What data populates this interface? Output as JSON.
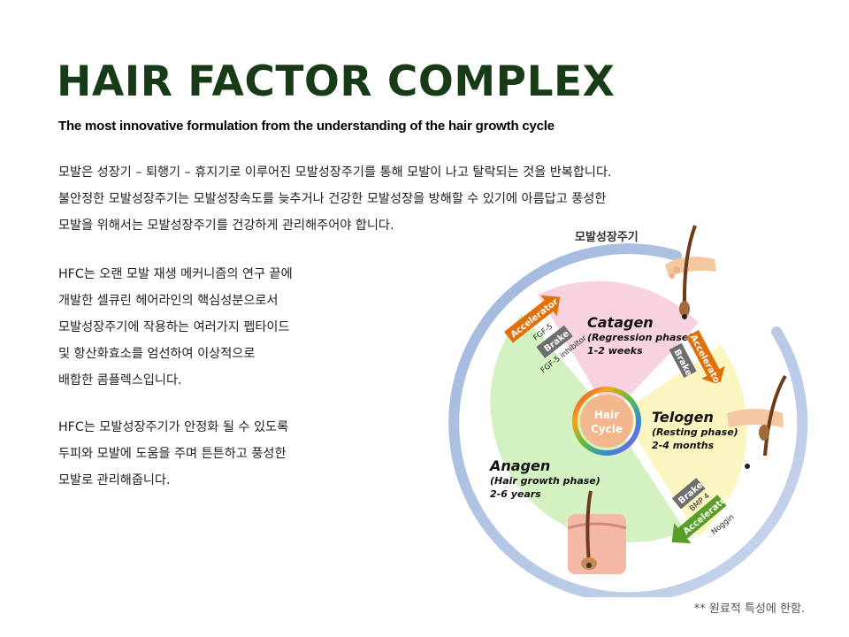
{
  "page": {
    "title": "HAIR FACTOR COMPLEX",
    "subtitle": "The most innovative formulation from the understanding of the hair growth cycle",
    "para1": [
      "모발은 성장기 –  퇴행기 – 휴지기로 이루어진 모발성장주기를 통해 모발이 나고 탈락되는 것을 반복합니다.",
      "불안정한 모발성장주기는 모발성장속도를 늦추거나 건강한 모발성장을 방해할 수 있기에 아름답고 풍성한",
      "모발을 위해서는 모발성장주기를 건강하게 관리해주어야 합니다."
    ],
    "para2": [
      "HFC는 오랜 모발 재생 메커니즘의 연구 끝에",
      "개발한 셀큐린 헤어라인의 핵심성분으로서",
      "모발성장주기에 작용하는 여러가지 펩타이드",
      "및 항산화효소를 엄선하여 이상적으로",
      "배합한 콤플렉스입니다."
    ],
    "para3": [
      "HFC는 모발성장주기가 안정화 될 수 있도록",
      "두피와 모발에 도움을 주며 튼튼하고 풍성한",
      "모발로 관리해줍니다."
    ],
    "footnote": "** 원료적 특성에 한함."
  },
  "diagram": {
    "cycle_title": "모발성장주기",
    "center": [
      "Hair",
      "Cycle"
    ],
    "catagen": {
      "name": "Catagen",
      "phase": "(Regression phase)",
      "duration": "1-2 weeks"
    },
    "telogen": {
      "name": "Telogen",
      "phase": "(Resting phase)",
      "duration": "2-4 months"
    },
    "anagen": {
      "name": "Anagen",
      "phase": "(Hair growth phase)",
      "duration": "2-6 years"
    },
    "arrows": {
      "accelerator": "Accelerator",
      "brake": "Brake",
      "fgf5": "FGF-5",
      "fgf5_inhibitor": "FGF-5 inhibitor",
      "bmp4": "BMP 4",
      "noggin": "Noggin"
    },
    "colors": {
      "ring": "#b4c6e4",
      "catagen": "#f7d3e0",
      "telogen": "#fbf5c0",
      "anagen": "#d4f1c2",
      "accelerator": "#e0700a",
      "brake": "#6e6e6e",
      "accelerator_green": "#5a9e2a",
      "title_green": "#173a17"
    }
  }
}
